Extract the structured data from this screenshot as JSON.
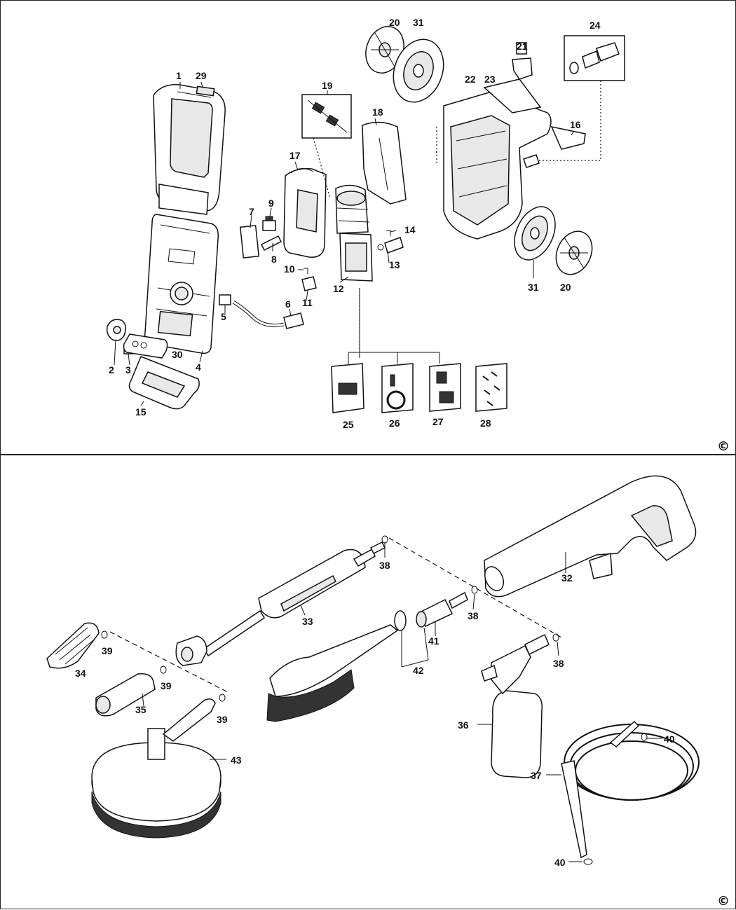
{
  "copyright_symbol": "©",
  "top_labels": {
    "p1": "1",
    "p29": "29",
    "p19": "19",
    "p20a": "20",
    "p31a": "31",
    "p24": "24",
    "p21": "21",
    "p22": "22",
    "p23": "23",
    "p18": "18",
    "p16": "16",
    "p17": "17",
    "p7": "7",
    "p9": "9",
    "p8": "8",
    "p14": "14",
    "p10": "10",
    "p13": "13",
    "p12": "12",
    "p11": "11",
    "p6": "6",
    "p5": "5",
    "p31b": "31",
    "p20b": "20",
    "p2": "2",
    "p3": "3",
    "p30": "30",
    "p4": "4",
    "p15": "15",
    "p25": "25",
    "p26": "26",
    "p27": "27",
    "p28": "28"
  },
  "bottom_labels": {
    "p38a": "38",
    "p32": "32",
    "p33": "33",
    "p38b": "38",
    "p39a": "39",
    "p34": "34",
    "p41": "41",
    "p39b": "39",
    "p42": "42",
    "p38c": "38",
    "p35": "35",
    "p39c": "39",
    "p36": "36",
    "p40a": "40",
    "p43": "43",
    "p37": "37",
    "p40b": "40"
  }
}
